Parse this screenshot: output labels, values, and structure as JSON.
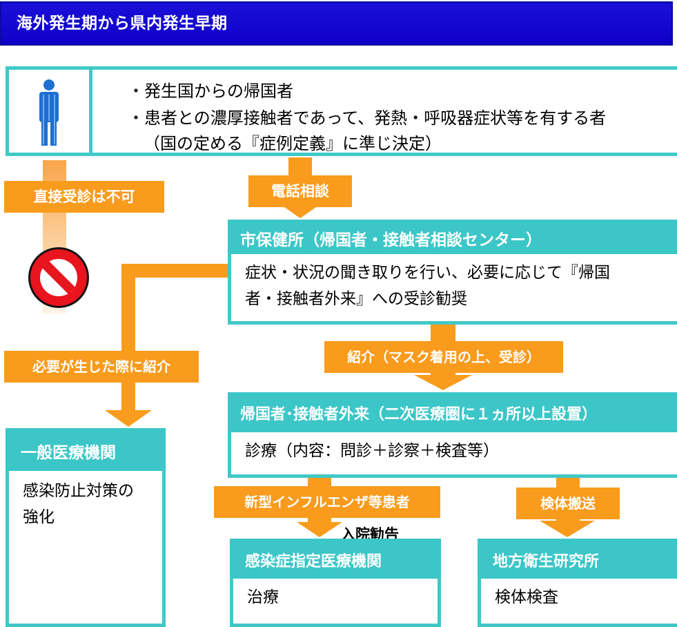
{
  "header": {
    "title": "海外発生期から県内発生早期"
  },
  "colors": {
    "header_blue": "#1408d0",
    "teal": "#3cc6c8",
    "orange": "#f99b1c",
    "forbidden_red": "#e8141e"
  },
  "icons": {
    "person": "person-icon",
    "prohibited": "prohibited-icon"
  },
  "top_box": {
    "line1": "・発生国からの帰国者",
    "line2": "・患者との濃厚接触者であって、発熱・呼吸器症状等を有する者",
    "line3": "（国の定める『症例定義』に準じ決定）"
  },
  "labels": {
    "direct_visit": "直接受診は不可",
    "phone": "電話相談",
    "refer_when_needed": "必要が生じた際に紹介",
    "referral": "紹介（マスク着用の上、受診）",
    "flu_patient": "新型インフルエンザ等患者",
    "hospitalization": "入院勧告",
    "specimen_transport": "検体搬送"
  },
  "health_center": {
    "title": "市保健所（帰国者・接触者相談センター）",
    "body_line1": "症状・状況の聞き取りを行い、必要に応じて『帰国",
    "body_line2": "者・接触者外来』への受診勧奨"
  },
  "outpatient": {
    "title": "帰国者･接触者外来（二次医療圏に１ヵ所以上設置）",
    "body": "診療（内容：問診＋診察＋検査等）"
  },
  "general_medical": {
    "title": "一般医療機関",
    "body_line1": "感染防止対策の",
    "body_line2": "強化"
  },
  "designated": {
    "title": "感染症指定医療機関",
    "body": "治療"
  },
  "institute": {
    "title": "地方衛生研究所",
    "body": "検体検査"
  }
}
